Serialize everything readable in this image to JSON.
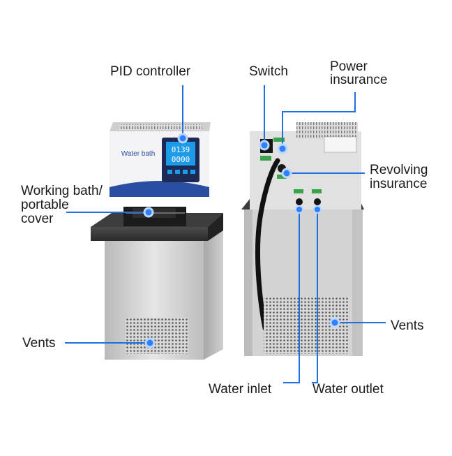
{
  "labels": {
    "pid_controller": "PID controller",
    "switch": "Switch",
    "power_insurance_line1": "Power",
    "power_insurance_line2": "insurance",
    "revolving_insurance_line1": "Revolving",
    "revolving_insurance_line2": "insurance",
    "working_bath_line1": "Working bath/",
    "working_bath_line2": "portable",
    "working_bath_line3": "cover",
    "vents_left": "Vents",
    "vents_right": "Vents",
    "water_inlet": "Water inlet",
    "water_outlet": "Water outlet"
  },
  "front_unit": {
    "brand_text": "Water bath",
    "display_value_top": "0139",
    "display_value_bottom": "0000"
  },
  "colors": {
    "callout_blue": "#1f6fe0",
    "panel_blue": "#2b4fa0",
    "lcd": "#1e9be8",
    "steel": "#c9c9c9"
  },
  "icons": [
    "callout-dot",
    "vent-grille"
  ]
}
